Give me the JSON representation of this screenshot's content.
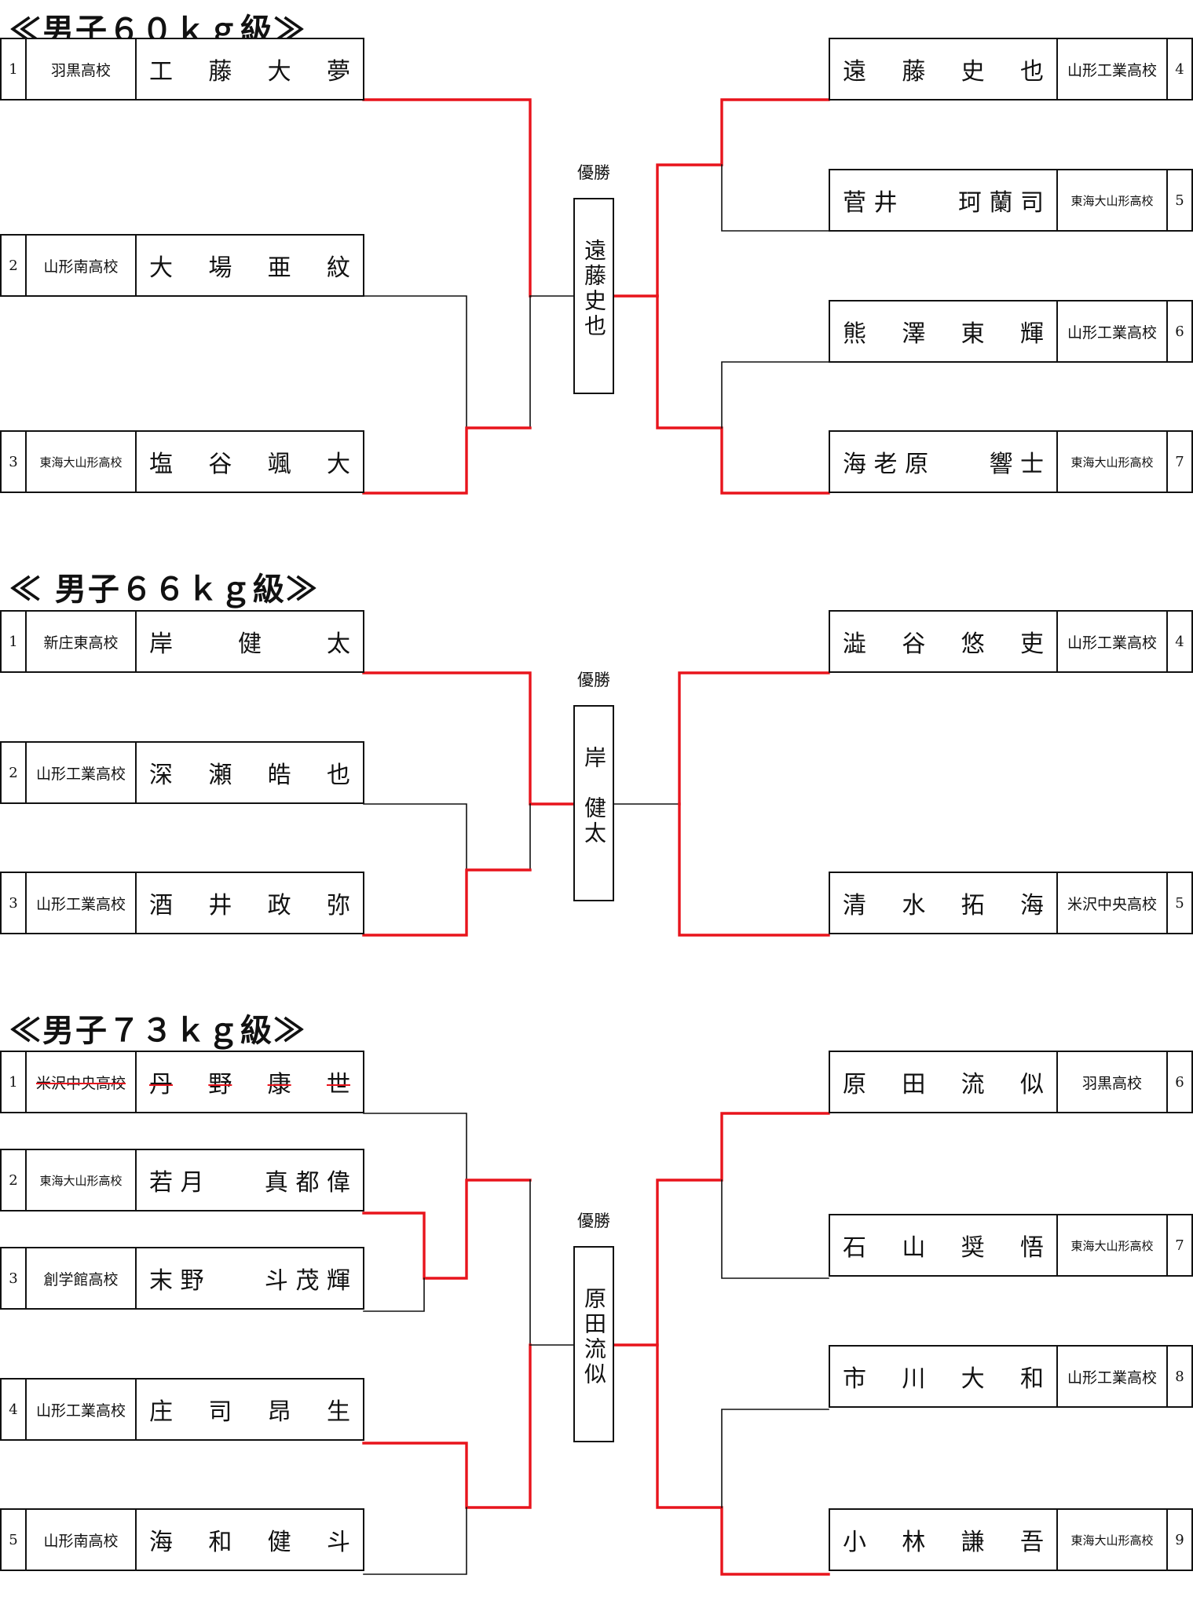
{
  "sections": [
    {
      "title": "≪男子６０ｋｇ級≫",
      "winner_label": "優勝",
      "winner": "遠藤史也",
      "left": [
        {
          "num": "1",
          "school": "羽黒高校",
          "name": [
            "工",
            "藤",
            "大",
            "夢"
          ]
        },
        {
          "num": "2",
          "school": "山形南高校",
          "name": [
            "大",
            "場",
            "亜",
            "紋"
          ]
        },
        {
          "num": "3",
          "school": "東海大山形高校",
          "name": [
            "塩",
            "谷",
            "颯",
            "大"
          ]
        }
      ],
      "right": [
        {
          "num": "4",
          "school": "山形工業高校",
          "name": [
            "遠",
            "藤",
            "史",
            "也"
          ]
        },
        {
          "num": "5",
          "school": "東海大山形高校",
          "name": [
            "菅 井",
            "珂 蘭 司"
          ]
        },
        {
          "num": "6",
          "school": "山形工業高校",
          "name": [
            "熊",
            "澤",
            "東",
            "輝"
          ]
        },
        {
          "num": "7",
          "school": "東海大山形高校",
          "name": [
            "海 老 原",
            "響 士"
          ]
        }
      ]
    },
    {
      "title": "≪ 男子６６ｋｇ級≫",
      "winner_label": "優勝",
      "winner": "岸　健太",
      "left": [
        {
          "num": "1",
          "school": "新庄東高校",
          "name": [
            "岸",
            "健",
            "太"
          ]
        },
        {
          "num": "2",
          "school": "山形工業高校",
          "name": [
            "深",
            "瀬",
            "皓",
            "也"
          ]
        },
        {
          "num": "3",
          "school": "山形工業高校",
          "name": [
            "酒",
            "井",
            "政",
            "弥"
          ]
        }
      ],
      "right": [
        {
          "num": "4",
          "school": "山形工業高校",
          "name": [
            "澁",
            "谷",
            "悠",
            "吏"
          ]
        },
        {
          "num": "5",
          "school": "米沢中央高校",
          "name": [
            "清",
            "水",
            "拓",
            "海"
          ]
        }
      ]
    },
    {
      "title": "≪男子７３ｋｇ級≫",
      "winner_label": "優勝",
      "winner": "原田流似",
      "left": [
        {
          "num": "1",
          "school": "米沢中央高校",
          "name": [
            "丹",
            "野",
            "康",
            "世"
          ],
          "withdrawn": true
        },
        {
          "num": "2",
          "school": "東海大山形高校",
          "name": [
            "若 月",
            "真 都 偉"
          ]
        },
        {
          "num": "3",
          "school": "創学館高校",
          "name": [
            "末 野",
            "斗 茂 輝"
          ]
        },
        {
          "num": "4",
          "school": "山形工業高校",
          "name": [
            "庄",
            "司",
            "昂",
            "生"
          ]
        },
        {
          "num": "5",
          "school": "山形南高校",
          "name": [
            "海",
            "和",
            "健",
            "斗"
          ]
        }
      ],
      "right": [
        {
          "num": "6",
          "school": "羽黒高校",
          "name": [
            "原",
            "田",
            "流",
            "似"
          ]
        },
        {
          "num": "7",
          "school": "東海大山形高校",
          "name": [
            "石",
            "山",
            "奨",
            "悟"
          ]
        },
        {
          "num": "8",
          "school": "山形工業高校",
          "name": [
            "市",
            "川",
            "大",
            "和"
          ]
        },
        {
          "num": "9",
          "school": "東海大山形高校",
          "name": [
            "小",
            "林",
            "謙",
            "吾"
          ]
        }
      ]
    }
  ],
  "colors": {
    "win_line": "#e8141c",
    "line": "#111111"
  }
}
